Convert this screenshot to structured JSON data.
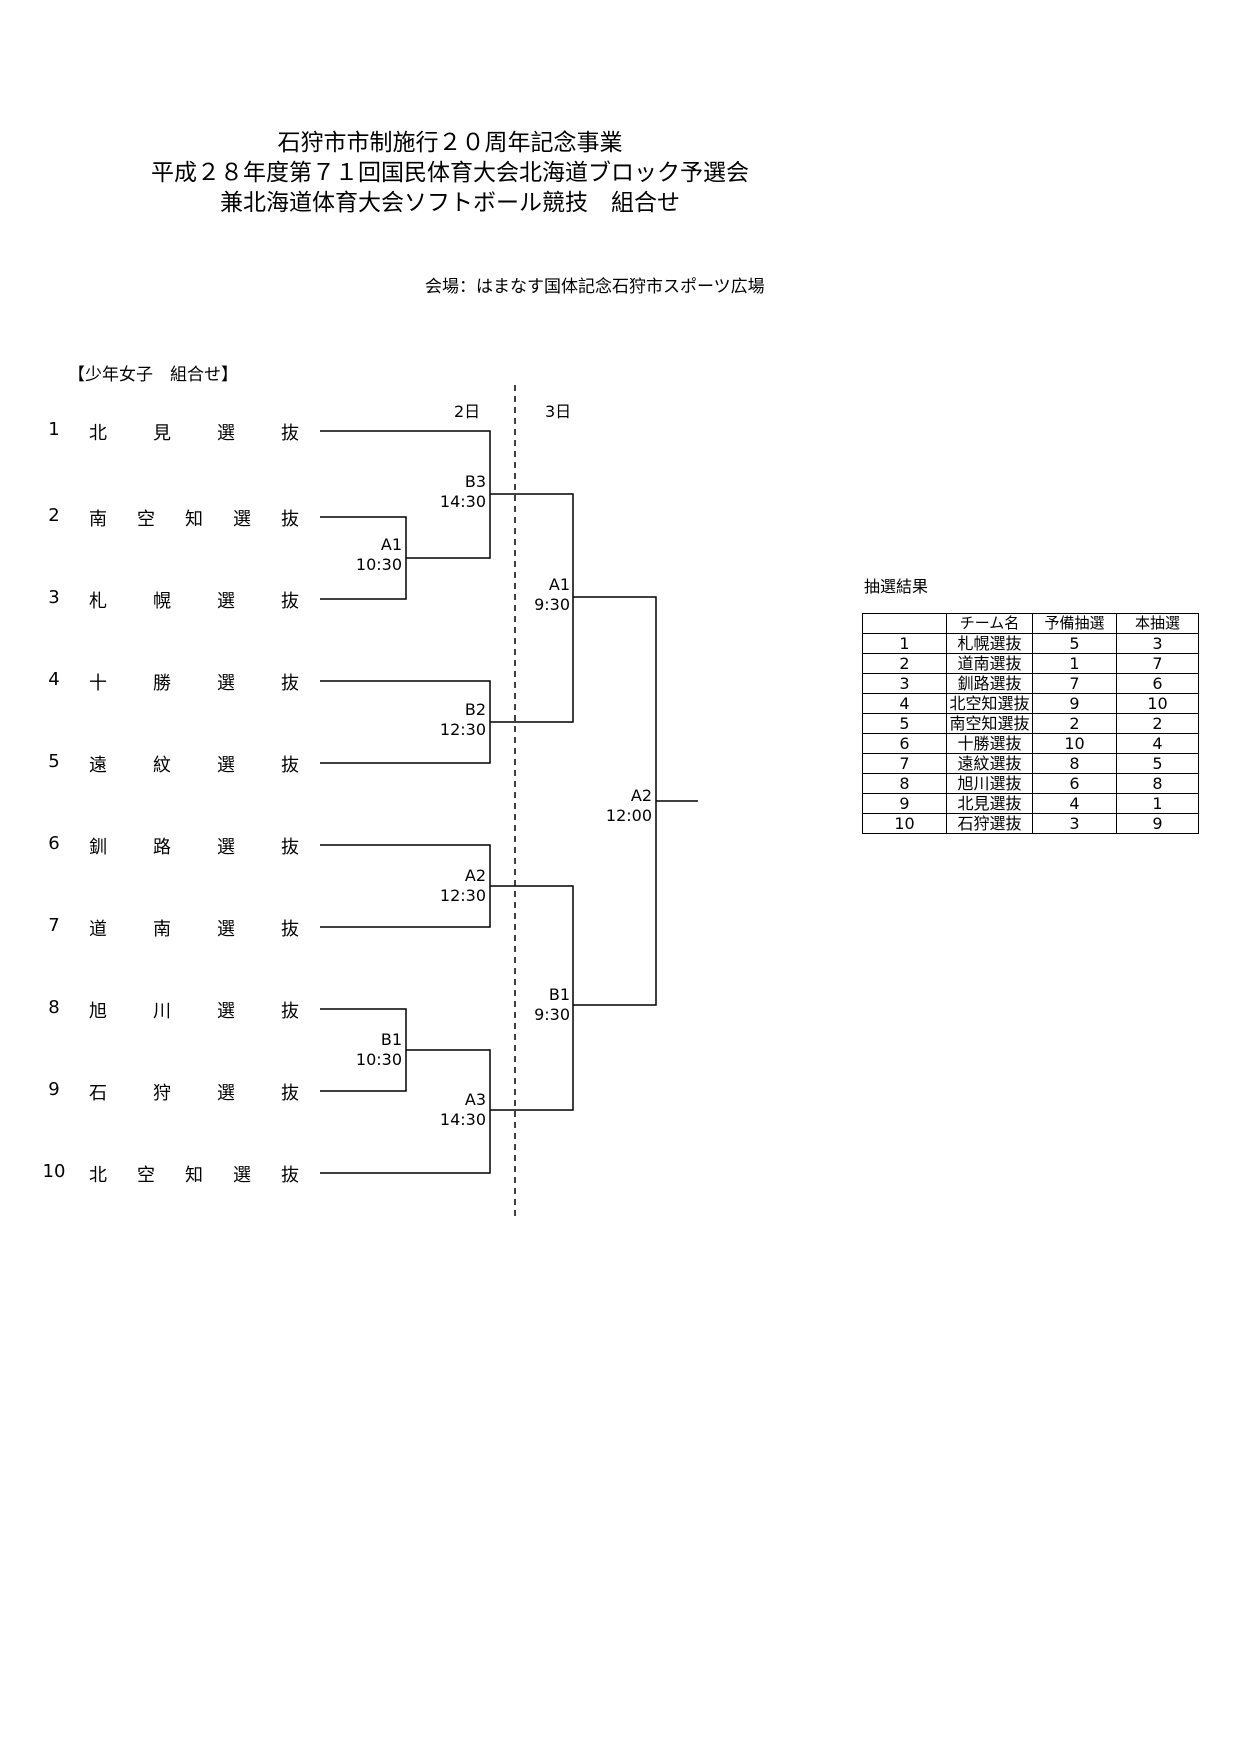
{
  "title_lines": [
    "石狩市市制施行２０周年記念事業",
    "平成２８年度第７１回国民体育大会北海道ブロック予選会",
    "兼北海道体育大会ソフトボール競技　組合せ"
  ],
  "venue": "会場：はまなす国体記念石狩市スポーツ広場",
  "section_title": "【少年女子　組合せ】",
  "days": [
    "2日",
    "3日"
  ],
  "teams": [
    {
      "no": "1",
      "name": "北見選抜"
    },
    {
      "no": "2",
      "name": "南空知選抜"
    },
    {
      "no": "3",
      "name": "札幌選抜"
    },
    {
      "no": "4",
      "name": "十勝選抜"
    },
    {
      "no": "5",
      "name": "遠紋選抜"
    },
    {
      "no": "6",
      "name": "釧路選抜"
    },
    {
      "no": "7",
      "name": "道南選抜"
    },
    {
      "no": "8",
      "name": "旭川選抜"
    },
    {
      "no": "9",
      "name": "石狩選抜"
    },
    {
      "no": "10",
      "name": "北空知選抜"
    }
  ],
  "matches": [
    {
      "label": "A1",
      "time": "10:30"
    },
    {
      "label": "B1",
      "time": "10:30"
    },
    {
      "label": "B3",
      "time": "14:30"
    },
    {
      "label": "B2",
      "time": "12:30"
    },
    {
      "label": "A2",
      "time": "12:30"
    },
    {
      "label": "A3",
      "time": "14:30"
    },
    {
      "label": "A1",
      "time": "9:30"
    },
    {
      "label": "B1",
      "time": "9:30"
    },
    {
      "label": "A2",
      "time": "12:00"
    }
  ],
  "lottery": {
    "title": "抽選結果",
    "headers": [
      "",
      "チーム名",
      "予備抽選",
      "本抽選"
    ],
    "rows": [
      [
        "1",
        "札幌選抜",
        "5",
        "3"
      ],
      [
        "2",
        "道南選抜",
        "1",
        "7"
      ],
      [
        "3",
        "釧路選抜",
        "7",
        "6"
      ],
      [
        "4",
        "北空知選抜",
        "9",
        "10"
      ],
      [
        "5",
        "南空知選抜",
        "2",
        "2"
      ],
      [
        "6",
        "十勝選抜",
        "10",
        "4"
      ],
      [
        "7",
        "遠紋選抜",
        "8",
        "5"
      ],
      [
        "8",
        "旭川選抜",
        "6",
        "8"
      ],
      [
        "9",
        "北見選抜",
        "4",
        "1"
      ],
      [
        "10",
        "石狩選抜",
        "3",
        "9"
      ]
    ]
  }
}
